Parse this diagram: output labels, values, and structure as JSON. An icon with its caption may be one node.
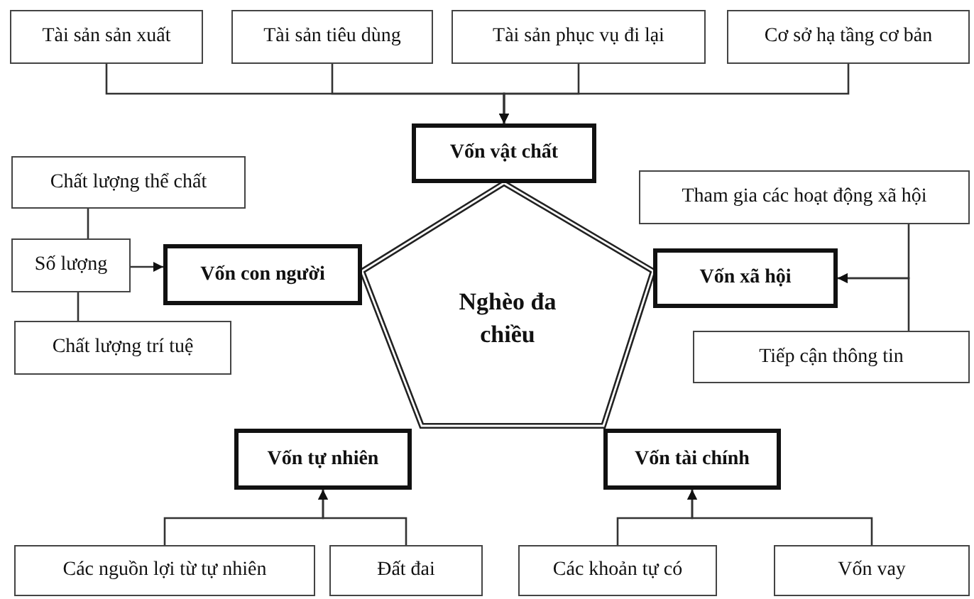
{
  "diagram": {
    "nodes": [
      {
        "text": [
          "Tài sản sản xuất"
        ]
      },
      {
        "text": [
          "Tài sản tiêu dùng"
        ]
      },
      {
        "text": [
          "Tài sản phục vụ đi lại"
        ]
      },
      {
        "text": [
          "Cơ sở hạ tầng cơ bản"
        ]
      },
      {
        "text": [
          "Vốn vật chất"
        ]
      },
      {
        "text": [
          "Chất lượng thể chất"
        ]
      },
      {
        "text": [
          "Tham gia các hoạt động xã hội"
        ]
      },
      {
        "text": [
          "Số lượng"
        ]
      },
      {
        "text": [
          "Vốn con người"
        ]
      },
      {
        "text": [
          "Nghèo đa chiều"
        ]
      },
      {
        "text": [
          "Vốn xã hội"
        ]
      },
      {
        "text": [
          "Chất lượng trí tuệ"
        ]
      },
      {
        "text": [
          "Tiếp cận thông tin"
        ]
      },
      {
        "text": [
          "Vốn tự nhiên"
        ]
      },
      {
        "text": [
          "Vốn tài chính"
        ]
      },
      {
        "text": [
          "Các nguồn lợi từ tự nhiên"
        ]
      },
      {
        "text": [
          "Đất đai"
        ]
      },
      {
        "text": [
          "Các khoản tự có"
        ]
      },
      {
        "text": [
          "Vốn vay"
        ]
      }
    ],
    "edges": [
      {
        "from": 0,
        "to": 4,
        "arrow": "to"
      },
      {
        "from": 1,
        "to": 4,
        "arrow": "to"
      },
      {
        "from": 2,
        "to": 4,
        "arrow": "to"
      },
      {
        "from": 3,
        "to": 4,
        "arrow": "to"
      },
      {
        "from": 5,
        "to": 7,
        "arrow": "none"
      },
      {
        "from": 7,
        "to": 8,
        "arrow": "to"
      },
      {
        "from": 7,
        "to": 11,
        "arrow": "none"
      },
      {
        "from": 6,
        "to": 10,
        "arrow": "to"
      },
      {
        "from": 12,
        "to": 10,
        "arrow": "to"
      },
      {
        "from": 15,
        "to": 13,
        "arrow": "to"
      },
      {
        "from": 16,
        "to": 13,
        "arrow": "to"
      },
      {
        "from": 17,
        "to": 14,
        "arrow": "to"
      },
      {
        "from": 18,
        "to": 14,
        "arrow": "to"
      }
    ]
  }
}
